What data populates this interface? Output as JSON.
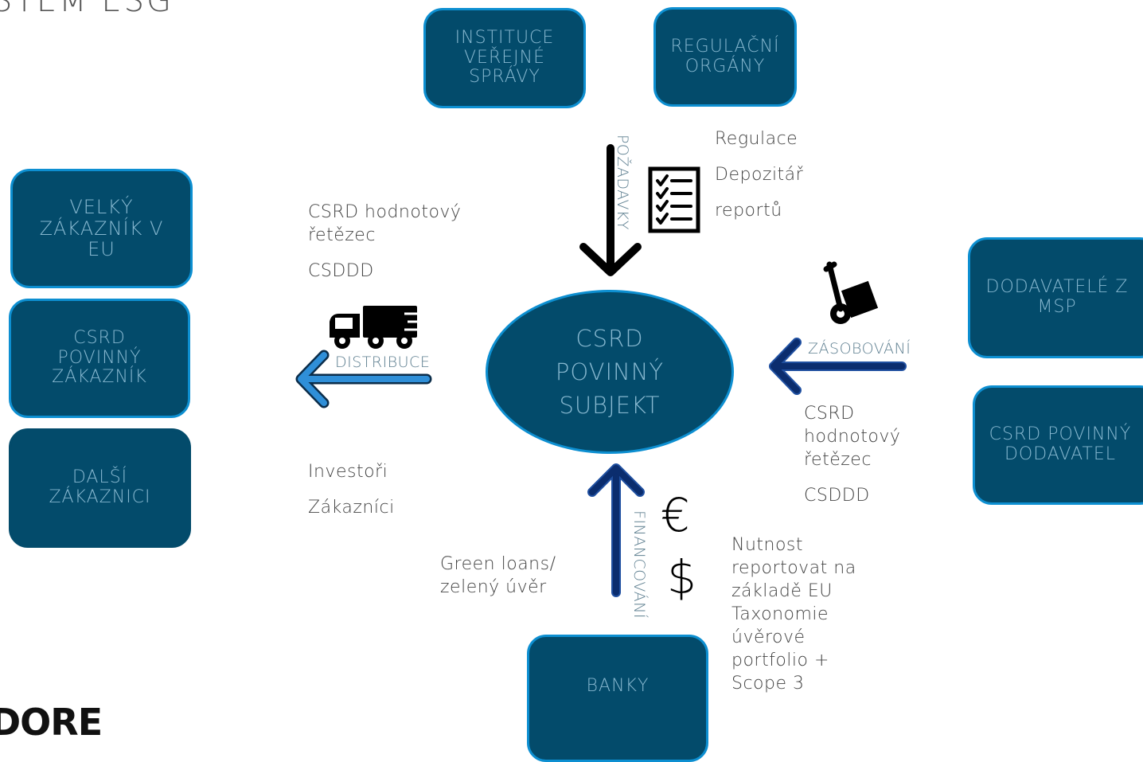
{
  "header": {
    "title_fragment": "STÉM ESG",
    "logo_fragment": "DORE"
  },
  "boxes": {
    "instituce": "INSTITUCE VEŘEJNÉ SPRÁVY",
    "regulacni": "REGULAČNÍ ORGÁNY",
    "velky": "VELKÝ ZÁKAZNÍK V EU",
    "csrd_zakaznik": "CSRD POVINNÝ ZÁKAZNÍK",
    "dalsi": "DALŠÍ ZÁKAZNICI",
    "center": "CSRD POVINNÝ SUBJEKT",
    "dodavatele_msp": "DODAVATELÉ Z MSP",
    "csrd_dodavatel": "CSRD POVINNÝ DODAVATEL",
    "banky": "BANKY"
  },
  "labels": {
    "pozadavky": "POŽADAVKY",
    "distribuce": "DISTRIBUCE",
    "zasobovani": "ZÁSOBOVÁNÍ",
    "financovani": "FINANCOVÁNÍ"
  },
  "notes": {
    "regulace": "Regulace",
    "depozitar": "Depozitář",
    "reportu": "reportů",
    "csrd_hodnotovy_left": "CSRD hodnotový řetězec",
    "csddd_left": "CSDDD",
    "investori": "Investoři",
    "zakaznici": "Zákazníci",
    "green_loans": "Green loans/ zelený úvěr",
    "csrd_hodnotovy_right": "CSRD hodnotový řetězec",
    "csddd_right": "CSDDD",
    "nutnost": "Nutnost reportovat na základě EU Taxonomie úvěrové portfolio + Scope 3"
  },
  "symbols": {
    "euro": "€",
    "dollar": "$"
  },
  "colors": {
    "box_fill": "#034b6b",
    "box_border": "#0d8fd1",
    "box_text": "#86b7cf",
    "arrow_black": "#000000",
    "arrow_light_blue": "#2f8fd8",
    "arrow_navy": "#0b2d6e",
    "note_text": "#444444"
  },
  "icons": [
    "checklist-icon",
    "truck-icon",
    "hand-truck-icon",
    "euro-icon",
    "dollar-icon"
  ]
}
